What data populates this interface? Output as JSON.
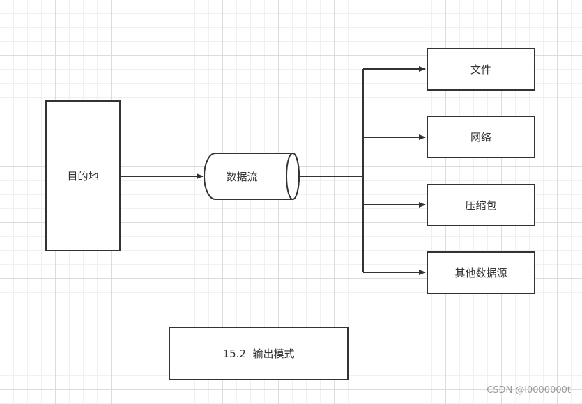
{
  "diagram": {
    "destination_label": "目的地",
    "stream_label": "数据流",
    "targets": [
      "文件",
      "网络",
      "压缩包",
      "其他数据源"
    ],
    "caption": "15.2  输出模式",
    "line_color": "#333333"
  },
  "watermark": "CSDN @l0000000t"
}
